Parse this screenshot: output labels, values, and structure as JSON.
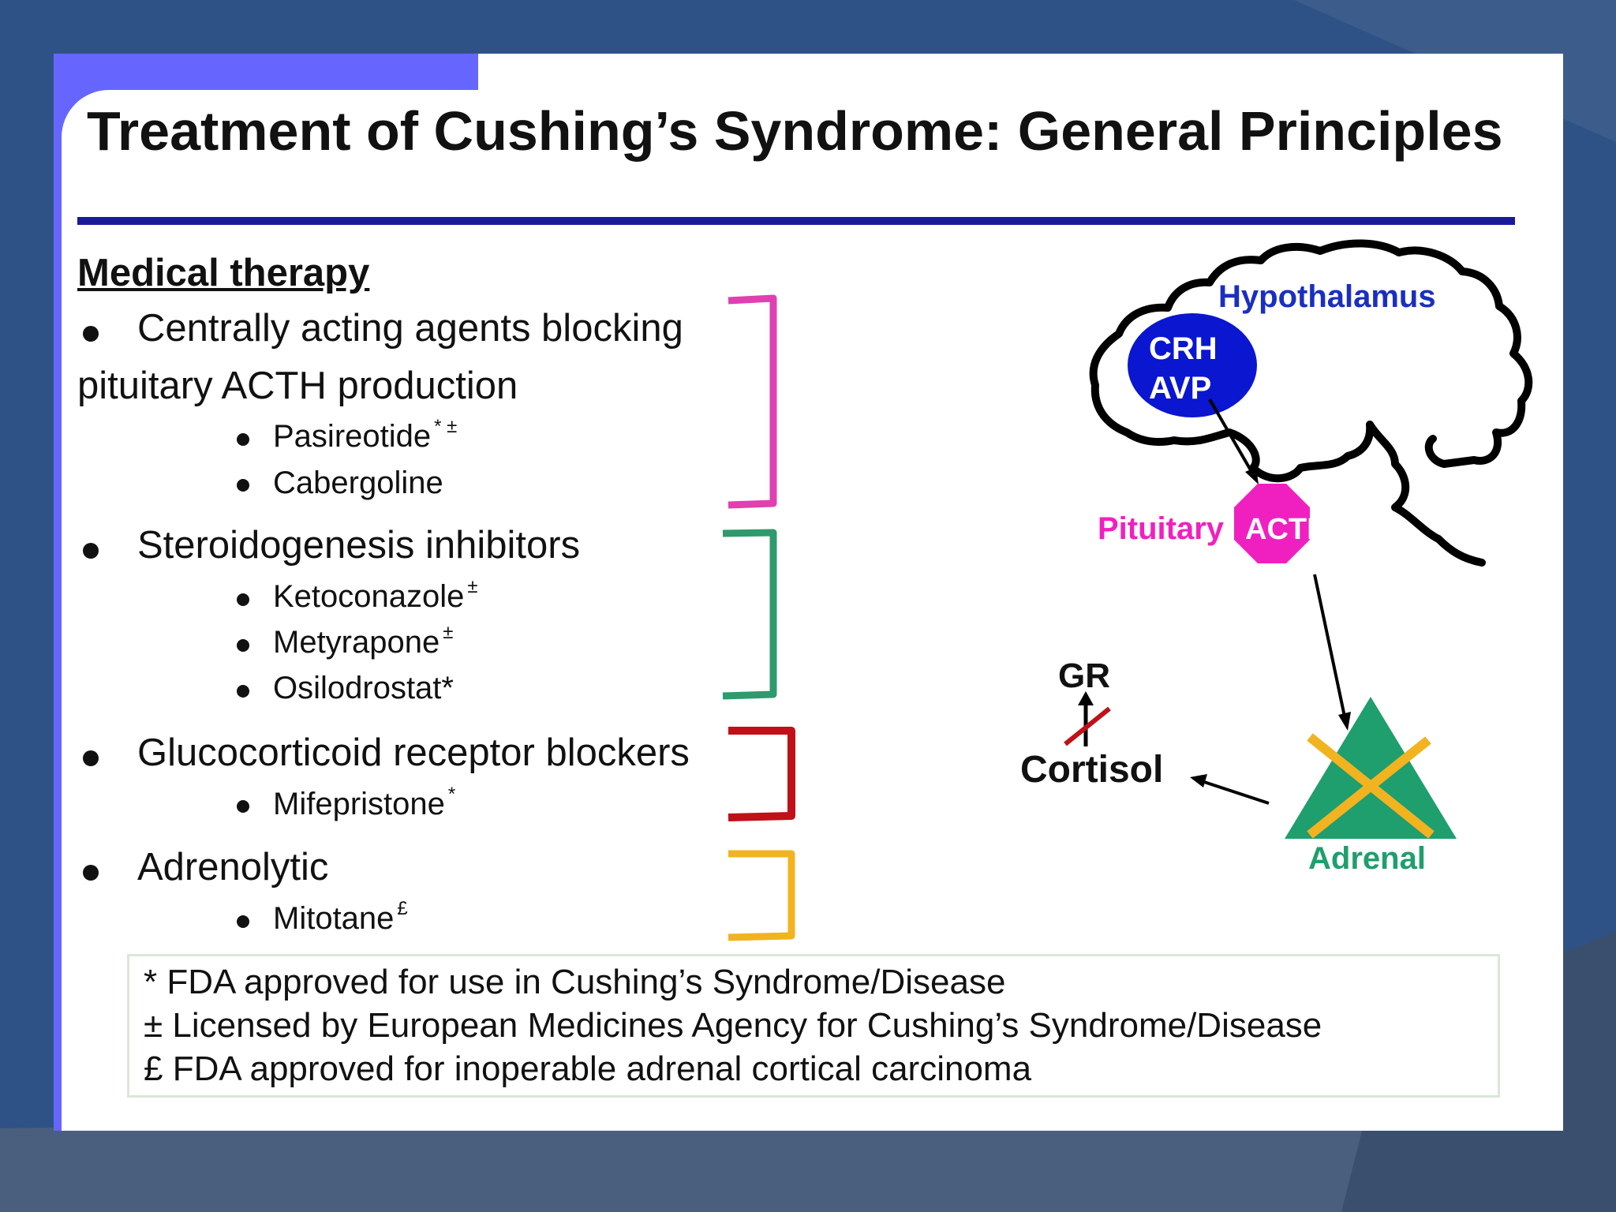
{
  "title": "Treatment of Cushing’s Syndrome: General Principles",
  "section_heading": "Medical therapy",
  "groups": [
    {
      "label_line1": "Centrally acting agents blocking",
      "label_line2": "pituitary ACTH production",
      "items": [
        {
          "name": "Pasireotide",
          "mark": "* ±"
        },
        {
          "name": "Cabergoline",
          "mark": ""
        }
      ],
      "bracket_color": "#e040b0"
    },
    {
      "label_line1": "Steroidogenesis inhibitors",
      "items": [
        {
          "name": "Ketoconazole",
          "mark": "±"
        },
        {
          "name": "Metyrapone",
          "mark": "±"
        },
        {
          "name": "Osilodrostat*",
          "mark": ""
        }
      ],
      "bracket_color": "#2e9a6e"
    },
    {
      "label_line1": "Glucocorticoid receptor blockers",
      "items": [
        {
          "name": "Mifepristone",
          "mark": "*"
        }
      ],
      "bracket_color": "#c01018"
    },
    {
      "label_line1": "Adrenolytic",
      "items": [
        {
          "name": "Mitotane",
          "mark": "£"
        }
      ],
      "bracket_color": "#f2b320"
    }
  ],
  "footnotes": [
    "* FDA approved for use in Cushing’s Syndrome/Disease",
    "± Licensed by European Medicines Agency for Cushing’s Syndrome/Disease",
    "£ FDA approved for inoperable adrenal cortical carcinoma"
  ],
  "diagram": {
    "hypothalamus": "Hypothalamus",
    "crh": "CRH",
    "avp": "AVP",
    "pituitary": "Pituitary",
    "acth": "ACTH",
    "gr": "GR",
    "cortisol": "Cortisol",
    "adrenal": "Adrenal",
    "colors": {
      "hypothalamus": "#1a2fc0",
      "crh_node": "#0a16d0",
      "pituitary": "#f020c0",
      "adrenal": "#1f9e6e",
      "cross": "#f2b320",
      "blocked": "#c01018"
    }
  }
}
